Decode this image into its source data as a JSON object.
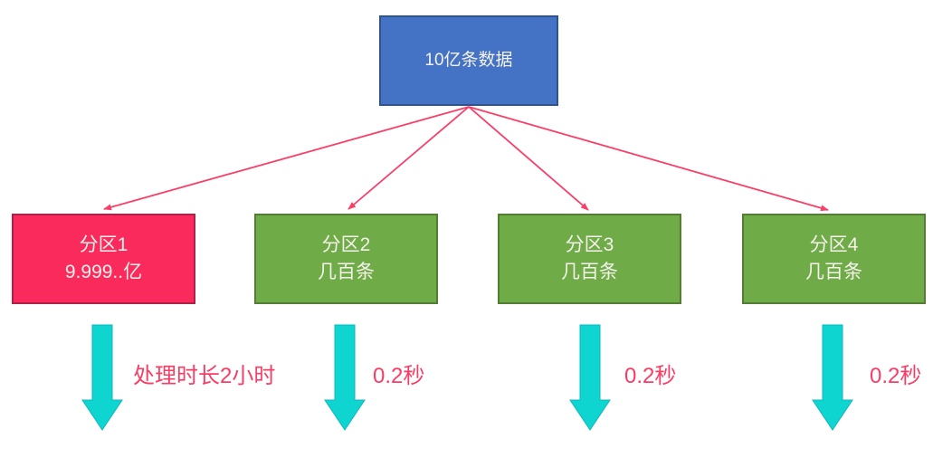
{
  "diagram": {
    "root_node": {
      "label": "10亿条数据",
      "fill": "#4472C4",
      "border": "#2E5395",
      "text_color": "#FFFFFF"
    },
    "partitions": [
      {
        "name": "分区1",
        "count": "9.999..亿",
        "fill": "#FB2A5C",
        "border": "#AE2247",
        "duration_label": "处理时长2小时"
      },
      {
        "name": "分区2",
        "count": "几百条",
        "fill": "#6FAC47",
        "border": "#537D33",
        "duration_label": "0.2秒"
      },
      {
        "name": "分区3",
        "count": "几百条",
        "fill": "#6FAC47",
        "border": "#537D33",
        "duration_label": "0.2秒"
      },
      {
        "name": "分区4",
        "count": "几百条",
        "fill": "#6FAC47",
        "border": "#537D33",
        "duration_label": "0.2秒"
      }
    ],
    "colors": {
      "connector_arrow": "#F93E68",
      "down_arrow": "#0FD5D1",
      "down_arrow_border": "#0BB8BC",
      "duration_text": "#FA3C64",
      "background": "#FFFFFF"
    }
  }
}
